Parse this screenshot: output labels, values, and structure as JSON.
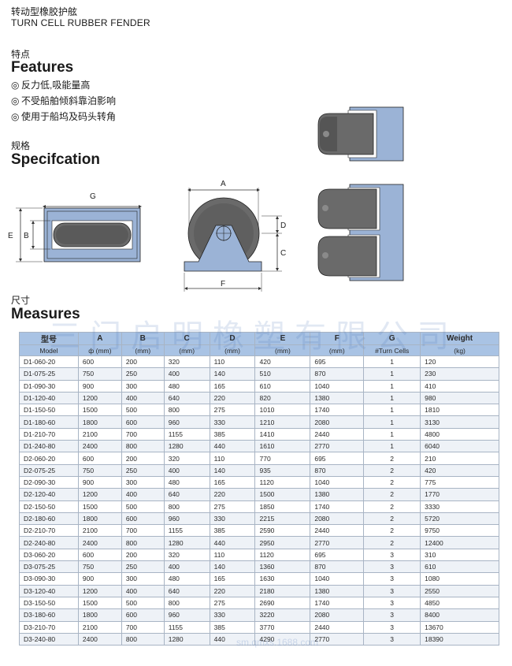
{
  "header": {
    "title_cn": "转动型橡胶护舷",
    "title_en": "TURN CELL RUBBER FENDER"
  },
  "features": {
    "heading_cn": "特点",
    "heading_en": "Features",
    "bullet": "◎",
    "items": [
      "反力低,吸能量高",
      "不受船舶倾斜靠泊影响",
      "使用于船坞及码头转角"
    ]
  },
  "spec": {
    "heading_cn": "规格",
    "heading_en": "Specifcation",
    "labels": {
      "g": "G",
      "e": "E",
      "b": "B",
      "a": "A",
      "d": "D",
      "c": "C",
      "f": "F"
    }
  },
  "measures": {
    "heading_cn": "尺寸",
    "heading_en": "Measures",
    "watermark": "三门启明橡塑有限公司",
    "watermark_small": "sm.qmxs.1688.com",
    "header_row1": [
      "型号",
      "A",
      "B",
      "C",
      "D",
      "E",
      "F",
      "G",
      "Weight"
    ],
    "header_row2": [
      "Model",
      "ф (mm)",
      "(mm)",
      "(mm)",
      "(mm)",
      "(mm)",
      "(mm)",
      "#Turn Cells",
      "(kg)"
    ],
    "rows": [
      [
        "D1-060-20",
        "600",
        "200",
        "320",
        "110",
        "420",
        "695",
        "1",
        "120"
      ],
      [
        "D1-075-25",
        "750",
        "250",
        "400",
        "140",
        "510",
        "870",
        "1",
        "230"
      ],
      [
        "D1-090-30",
        "900",
        "300",
        "480",
        "165",
        "610",
        "1040",
        "1",
        "410"
      ],
      [
        "D1-120-40",
        "1200",
        "400",
        "640",
        "220",
        "820",
        "1380",
        "1",
        "980"
      ],
      [
        "D1-150-50",
        "1500",
        "500",
        "800",
        "275",
        "1010",
        "1740",
        "1",
        "1810"
      ],
      [
        "D1-180-60",
        "1800",
        "600",
        "960",
        "330",
        "1210",
        "2080",
        "1",
        "3130"
      ],
      [
        "D1-210-70",
        "2100",
        "700",
        "1155",
        "385",
        "1410",
        "2440",
        "1",
        "4800"
      ],
      [
        "D1-240-80",
        "2400",
        "800",
        "1280",
        "440",
        "1610",
        "2770",
        "1",
        "6040"
      ],
      [
        "D2-060-20",
        "600",
        "200",
        "320",
        "110",
        "770",
        "695",
        "2",
        "210"
      ],
      [
        "D2-075-25",
        "750",
        "250",
        "400",
        "140",
        "935",
        "870",
        "2",
        "420"
      ],
      [
        "D2-090-30",
        "900",
        "300",
        "480",
        "165",
        "1120",
        "1040",
        "2",
        "775"
      ],
      [
        "D2-120-40",
        "1200",
        "400",
        "640",
        "220",
        "1500",
        "1380",
        "2",
        "1770"
      ],
      [
        "D2-150-50",
        "1500",
        "500",
        "800",
        "275",
        "1850",
        "1740",
        "2",
        "3330"
      ],
      [
        "D2-180-60",
        "1800",
        "600",
        "960",
        "330",
        "2215",
        "2080",
        "2",
        "5720"
      ],
      [
        "D2-210-70",
        "2100",
        "700",
        "1155",
        "385",
        "2590",
        "2440",
        "2",
        "9750"
      ],
      [
        "D2-240-80",
        "2400",
        "800",
        "1280",
        "440",
        "2950",
        "2770",
        "2",
        "12400"
      ],
      [
        "D3-060-20",
        "600",
        "200",
        "320",
        "110",
        "1120",
        "695",
        "3",
        "310"
      ],
      [
        "D3-075-25",
        "750",
        "250",
        "400",
        "140",
        "1360",
        "870",
        "3",
        "610"
      ],
      [
        "D3-090-30",
        "900",
        "300",
        "480",
        "165",
        "1630",
        "1040",
        "3",
        "1080"
      ],
      [
        "D3-120-40",
        "1200",
        "400",
        "640",
        "220",
        "2180",
        "1380",
        "3",
        "2550"
      ],
      [
        "D3-150-50",
        "1500",
        "500",
        "800",
        "275",
        "2690",
        "1740",
        "3",
        "4850"
      ],
      [
        "D3-180-60",
        "1800",
        "600",
        "960",
        "330",
        "3220",
        "2080",
        "3",
        "8400"
      ],
      [
        "D3-210-70",
        "2100",
        "700",
        "1155",
        "385",
        "3770",
        "2440",
        "3",
        "13670"
      ],
      [
        "D3-240-80",
        "2400",
        "800",
        "1280",
        "440",
        "4290",
        "2770",
        "3",
        "18390"
      ]
    ]
  },
  "colors": {
    "steel_blue": "#9bb3d6",
    "rubber": "#6a6a6a",
    "table_header": "#a9c3e4"
  }
}
